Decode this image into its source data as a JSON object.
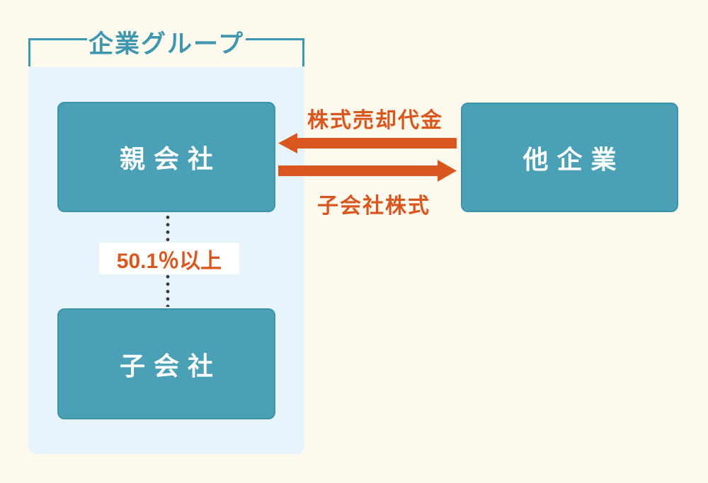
{
  "group": {
    "title": "企業グループ"
  },
  "nodes": {
    "parent": {
      "label": "親会社"
    },
    "subsidiary": {
      "label": "子会社"
    },
    "other_company": {
      "label": "他企業"
    }
  },
  "flows": {
    "sale_proceeds": {
      "label": "株式売却代金",
      "direction": "other-to-parent"
    },
    "subsidiary_shares": {
      "label": "子会社株式",
      "direction": "parent-to-other"
    }
  },
  "ownership": {
    "label": "50.1％以上"
  },
  "colors": {
    "background": "#FEFAEE",
    "panel": "#E8F4FB",
    "node_fill": "#4AA0B5",
    "node_border": "#3D93A8",
    "node_text": "#FFFFFF",
    "accent_teal": "#3F96AF",
    "accent_orange": "#D9571E",
    "dot": "#3C3C3C",
    "label_bg": "#FFFFFF"
  }
}
